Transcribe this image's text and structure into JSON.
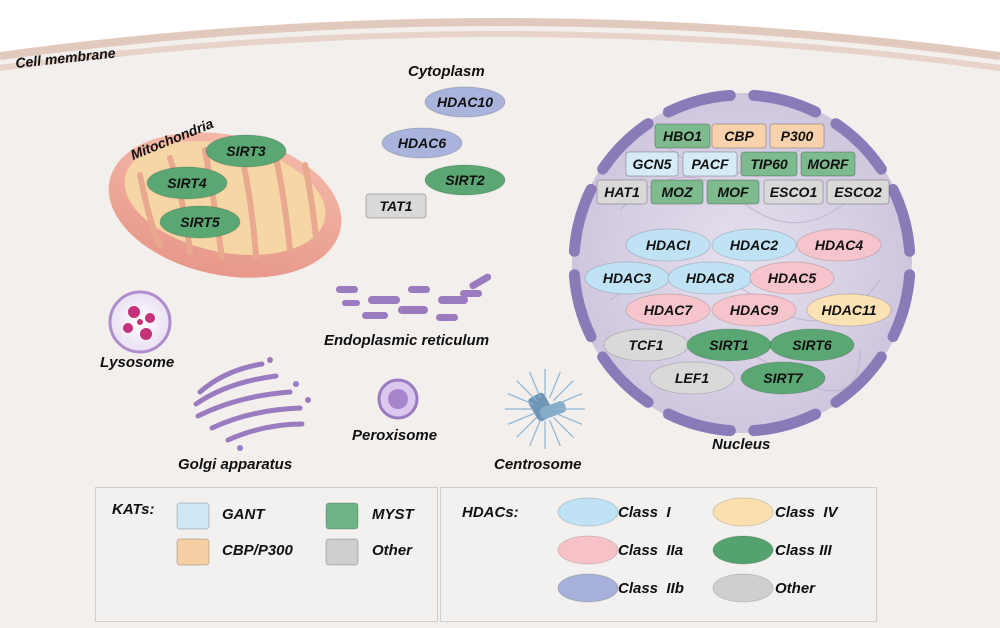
{
  "labels": {
    "cell_membrane": "Cell membrane",
    "cytoplasm": "Cytoplasm",
    "mitochondria": "Mitochondria",
    "lysosome": "Lysosome",
    "endoplasmic_reticulum": "Endoplasmic reticulum",
    "golgi": "Golgi apparatus",
    "peroxisome": "Peroxisome",
    "centrosome": "Centrosome",
    "nucleus": "Nucleus"
  },
  "mitochondria_enzymes": [
    "SIRT3",
    "SIRT4",
    "SIRT5"
  ],
  "cytoplasm_enzymes": [
    "HDAC10",
    "HDAC6",
    "SIRT2",
    "TAT1"
  ],
  "nucleus_kats": {
    "row1": [
      "HBO1",
      "CBP",
      "P300"
    ],
    "row2": [
      "GCN5",
      "PACF",
      "TIP60",
      "MORF"
    ],
    "row3": [
      "HAT1",
      "MOZ",
      "MOF",
      "ESCO1",
      "ESCO2"
    ]
  },
  "nucleus_hdacs": {
    "row1": [
      "HDACI",
      "HDAC2",
      "HDAC4"
    ],
    "row2": [
      "HDAC3",
      "HDAC8",
      "HDAC5"
    ],
    "row3": [
      "HDAC7",
      "HDAC9",
      "HDAC11"
    ],
    "row4": [
      "TCF1",
      "SIRT1",
      "SIRT6"
    ],
    "row5": [
      "LEF1",
      "SIRT7"
    ]
  },
  "legend": {
    "kats_title": "KATs:",
    "kats": [
      {
        "label": "GANT",
        "color": "#cfe6f5"
      },
      {
        "label": "MYST",
        "color": "#6fb487"
      },
      {
        "label": "CBP/P300",
        "color": "#f6cfa5"
      },
      {
        "label": "Other",
        "color": "#cfcfcf"
      }
    ],
    "hdacs_title": "HDACs:",
    "hdacs": [
      {
        "label": "Class  I",
        "color": "#bfe3f4"
      },
      {
        "label": "Class  IV",
        "color": "#fbe0ad"
      },
      {
        "label": "Class  IIa",
        "color": "#f6c2c8"
      },
      {
        "label": "Class III",
        "color": "#54a36e"
      },
      {
        "label": "Class  IIb",
        "color": "#a6b0d9"
      },
      {
        "label": "Other",
        "color": "#cfcfcf"
      }
    ]
  },
  "colors": {
    "gant": "#d6ebf8",
    "cbp": "#f7d2ad",
    "myst": "#7dbb8f",
    "other": "#d9d9d9",
    "class_i": "#bfe3f4",
    "class_iia": "#f6c4cb",
    "class_iib": "#a9b3db",
    "class_iii": "#5aa773",
    "class_iv": "#fbe2b4",
    "organelle_purple": "#9b7bbf",
    "nucleus_ring": "#8a7bb8"
  }
}
